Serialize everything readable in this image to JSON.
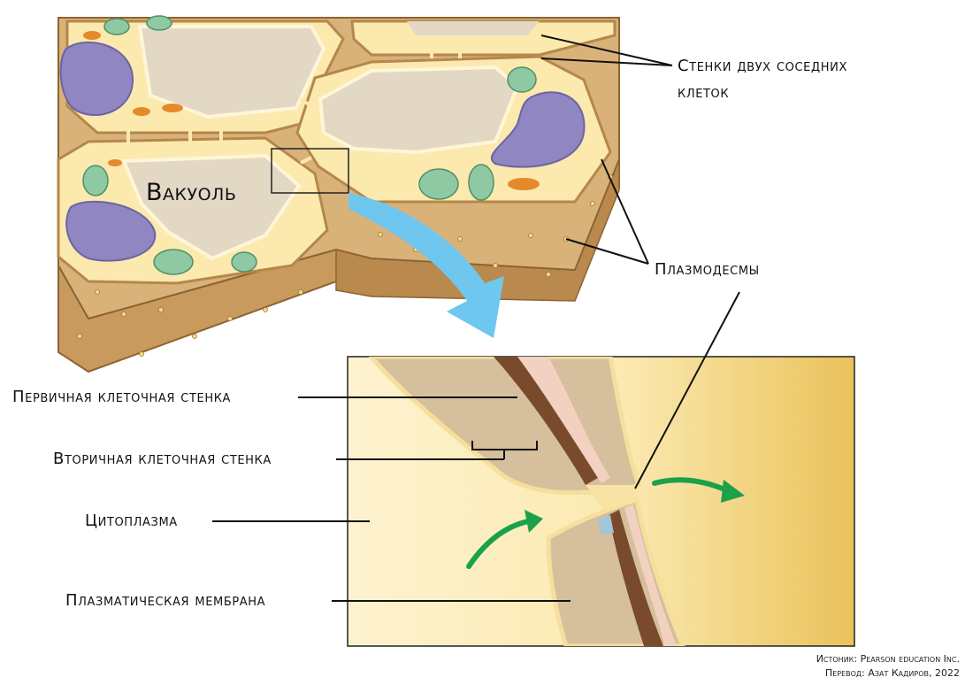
{
  "labels": {
    "walls_line1": "Стенки двух соседних",
    "walls_line2": "клеток",
    "plasmodesmata": "Плазмодесмы",
    "vacuole": "Вакуоль",
    "primary_wall": "Первичная клеточная стенка",
    "secondary_wall": "Вторичная клеточная стенка",
    "cytoplasm": "Цитоплазма",
    "plasma_membrane": "Плазматическая мембрана"
  },
  "credits": {
    "source": "Истоник: Pearson education Inc.",
    "translation": "Перевод: Азат Кадиров, 2022"
  },
  "colors": {
    "wall_brown": "#c9995e",
    "wall_dark": "#a8773f",
    "cytoplasm": "#fbe7a6",
    "vacuole": "#e2d7c3",
    "nucleus": "#8f86c2",
    "chloroplast": "#8fc9a4",
    "mitochondria": "#e58a2a",
    "arrow_blue": "#6fc6ee",
    "arrow_green": "#1aa14a"
  }
}
